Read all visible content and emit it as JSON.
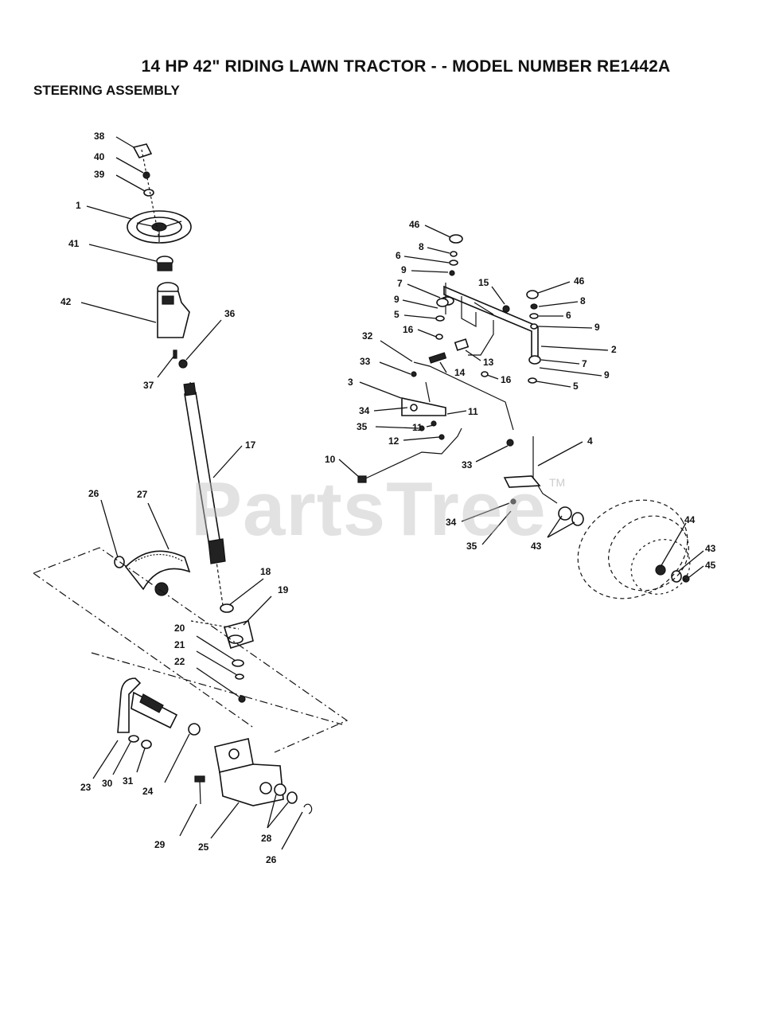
{
  "title": "14 HP 42\" RIDING LAWN TRACTOR - - MODEL NUMBER RE1442A",
  "subtitle": "STEERING ASSEMBLY",
  "watermark": "PartsTree",
  "watermark_tm": "TM",
  "callouts": [
    {
      "id": "c38",
      "label": "38"
    },
    {
      "id": "c40",
      "label": "40"
    },
    {
      "id": "c39",
      "label": "39"
    },
    {
      "id": "c1",
      "label": "1"
    },
    {
      "id": "c41",
      "label": "41"
    },
    {
      "id": "c42",
      "label": "42"
    },
    {
      "id": "c36",
      "label": "36"
    },
    {
      "id": "c37",
      "label": "37"
    },
    {
      "id": "c17",
      "label": "17"
    },
    {
      "id": "c26a",
      "label": "26"
    },
    {
      "id": "c27",
      "label": "27"
    },
    {
      "id": "c18",
      "label": "18"
    },
    {
      "id": "c19",
      "label": "19"
    },
    {
      "id": "c20",
      "label": "20"
    },
    {
      "id": "c21",
      "label": "21"
    },
    {
      "id": "c22",
      "label": "22"
    },
    {
      "id": "c23",
      "label": "23"
    },
    {
      "id": "c30",
      "label": "30"
    },
    {
      "id": "c31",
      "label": "31"
    },
    {
      "id": "c24",
      "label": "24"
    },
    {
      "id": "c29",
      "label": "29"
    },
    {
      "id": "c25",
      "label": "25"
    },
    {
      "id": "c28",
      "label": "28"
    },
    {
      "id": "c26b",
      "label": "26"
    },
    {
      "id": "c46a",
      "label": "46"
    },
    {
      "id": "c8a",
      "label": "8"
    },
    {
      "id": "c6a",
      "label": "6"
    },
    {
      "id": "c9a",
      "label": "9"
    },
    {
      "id": "c7a",
      "label": "7"
    },
    {
      "id": "c9b",
      "label": "9"
    },
    {
      "id": "c5a",
      "label": "5"
    },
    {
      "id": "c16a",
      "label": "16"
    },
    {
      "id": "c15",
      "label": "15"
    },
    {
      "id": "c46b",
      "label": "46"
    },
    {
      "id": "c8b",
      "label": "8"
    },
    {
      "id": "c6b",
      "label": "6"
    },
    {
      "id": "c9c",
      "label": "9"
    },
    {
      "id": "c2",
      "label": "2"
    },
    {
      "id": "c7b",
      "label": "7"
    },
    {
      "id": "c9d",
      "label": "9"
    },
    {
      "id": "c5b",
      "label": "5"
    },
    {
      "id": "c32",
      "label": "32"
    },
    {
      "id": "c13",
      "label": "13"
    },
    {
      "id": "c14",
      "label": "14"
    },
    {
      "id": "c16b",
      "label": "16"
    },
    {
      "id": "c33a",
      "label": "33"
    },
    {
      "id": "c3",
      "label": "3"
    },
    {
      "id": "c34a",
      "label": "34"
    },
    {
      "id": "c11a",
      "label": "11"
    },
    {
      "id": "c35a",
      "label": "35"
    },
    {
      "id": "c11b",
      "label": "11"
    },
    {
      "id": "c12",
      "label": "12"
    },
    {
      "id": "c10",
      "label": "10"
    },
    {
      "id": "c33b",
      "label": "33"
    },
    {
      "id": "c4",
      "label": "4"
    },
    {
      "id": "c34b",
      "label": "34"
    },
    {
      "id": "c35b",
      "label": "35"
    },
    {
      "id": "c43a",
      "label": "43"
    },
    {
      "id": "c44",
      "label": "44"
    },
    {
      "id": "c43b",
      "label": "43"
    },
    {
      "id": "c45",
      "label": "45"
    }
  ]
}
